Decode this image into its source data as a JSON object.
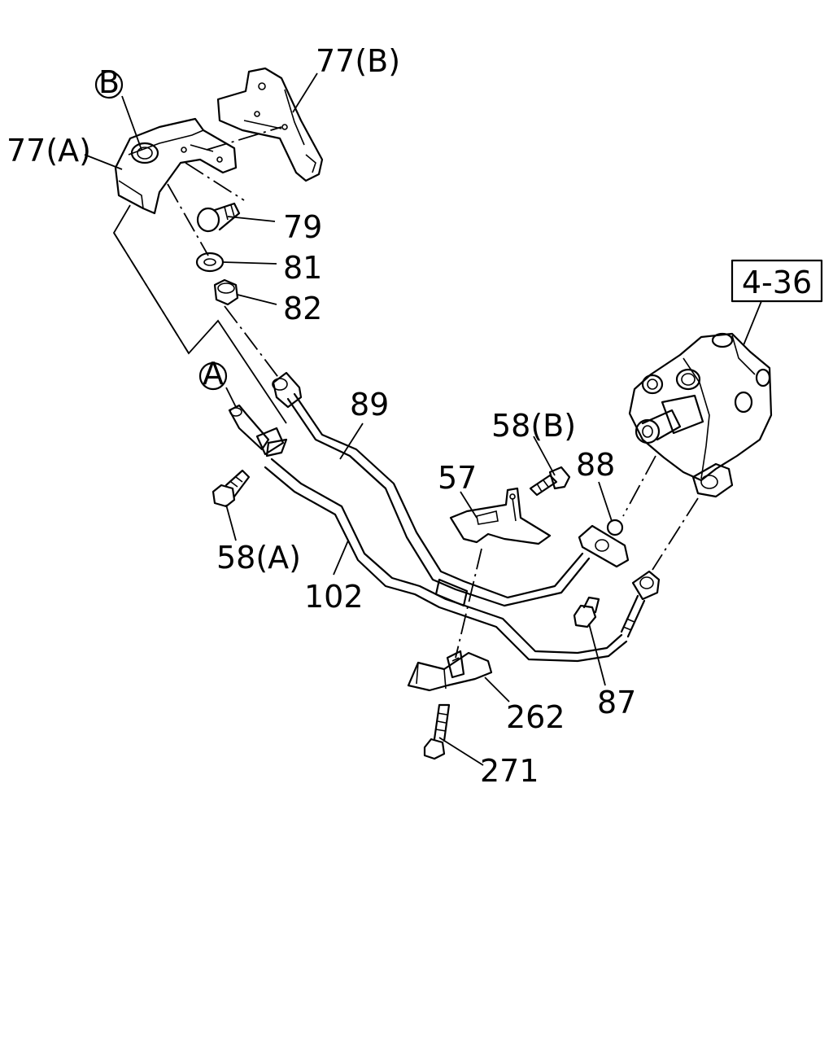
{
  "callouts": {
    "p77b": "77(B)",
    "p77a": "77(A)",
    "p79": "79",
    "p81": "81",
    "p82": "82",
    "p89": "89",
    "p58b": "58(B)",
    "p88": "88",
    "p57": "57",
    "p58a": "58(A)",
    "p102": "102",
    "p87": "87",
    "p262": "262",
    "p271": "271"
  },
  "reference_box": "4-36",
  "circle_marks": {
    "a": "A",
    "b": "B"
  }
}
